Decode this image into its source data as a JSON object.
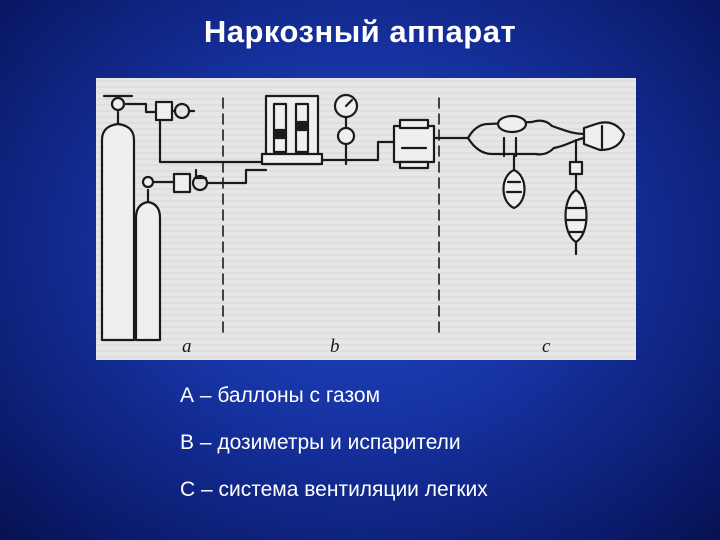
{
  "slide": {
    "title": "Наркозный аппарат"
  },
  "figure": {
    "section_labels": [
      "a",
      "b",
      "c"
    ]
  },
  "legend": {
    "items": [
      "А – баллоны с газом",
      "В – дозиметры и испарители",
      "С – система вентиляции легких"
    ]
  },
  "colors": {
    "background": "#1632a0",
    "text": "#ffffff",
    "figure_bg": "#e4e4e4",
    "ink": "#1a1a1a"
  }
}
